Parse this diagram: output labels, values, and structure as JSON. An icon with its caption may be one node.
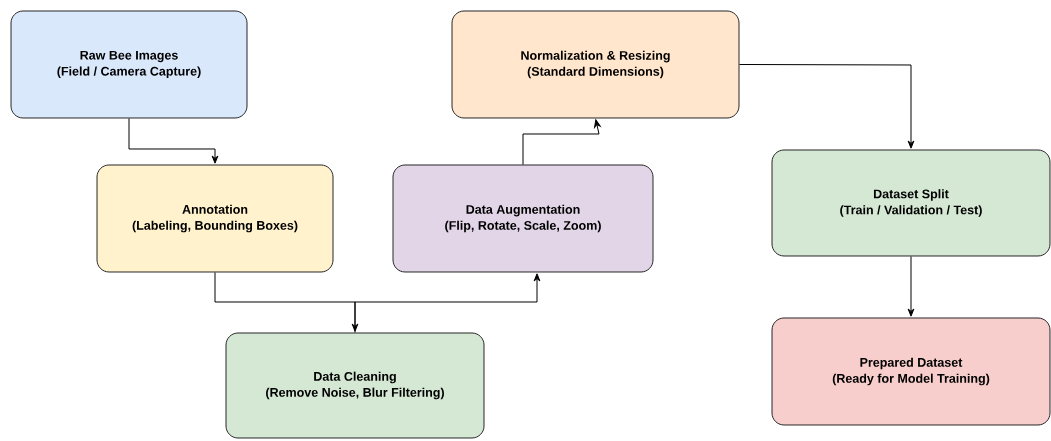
{
  "diagram": {
    "nodes": [
      {
        "text": [
          "Raw Bee Images",
          "(Field / Camera Capture)"
        ]
      },
      {
        "text": [
          "Annotation",
          "(Labeling, Bounding Boxes)"
        ]
      },
      {
        "text": [
          "Data Cleaning",
          "(Remove Noise, Blur Filtering)"
        ]
      },
      {
        "text": [
          "Data Augmentation",
          "(Flip, Rotate, Scale, Zoom)"
        ]
      },
      {
        "text": [
          "Normalization & Resizing",
          "(Standard Dimensions)"
        ]
      },
      {
        "text": [
          "Dataset Split",
          "(Train / Validation / Test)"
        ]
      },
      {
        "text": [
          "Prepared Dataset",
          "(Ready for Model Training)"
        ]
      }
    ],
    "edges": [
      {
        "from": 0,
        "to": 1,
        "arrow": "to"
      },
      {
        "from": 1,
        "to": 2,
        "arrow": "to"
      },
      {
        "from": 2,
        "to": 3,
        "arrow": "to"
      },
      {
        "from": 3,
        "to": 4,
        "arrow": "to"
      },
      {
        "from": 4,
        "to": 5,
        "arrow": "to"
      },
      {
        "from": 5,
        "to": 6,
        "arrow": "to"
      }
    ]
  }
}
